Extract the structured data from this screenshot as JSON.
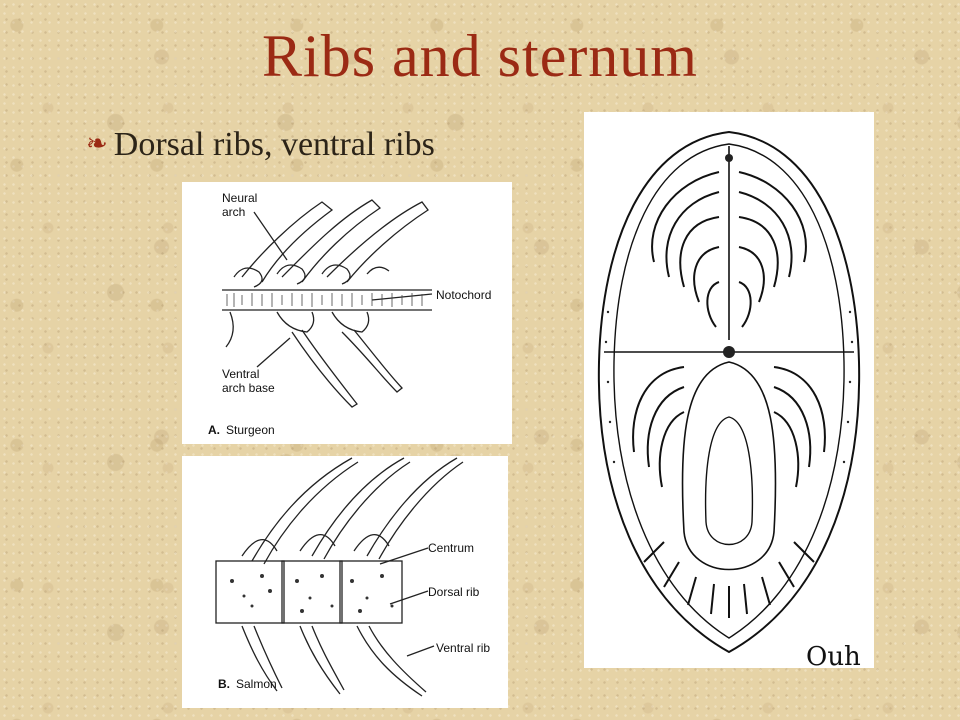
{
  "slide": {
    "title": "Ribs and sternum",
    "bullet_icon": "curl-bullet-icon",
    "bullet": "Dorsal ribs, ventral ribs"
  },
  "figure_a": {
    "labels": {
      "neural_arch_1": "Neural",
      "neural_arch_2": "arch",
      "notochord": "Notochord",
      "ventral_arch_base_1": "Ventral",
      "ventral_arch_base_2": "arch base",
      "caption_letter": "A.",
      "caption": "Sturgeon"
    }
  },
  "figure_b": {
    "labels": {
      "centrum": "Centrum",
      "dorsal_rib": "Dorsal rib",
      "ventral_rib": "Ventral rib",
      "caption_letter": "B.",
      "caption": "Salmon"
    }
  },
  "figure_c": {
    "signature": "Ouh"
  },
  "colors": {
    "title": "#9b2a14",
    "background": "#e6d3a6"
  }
}
